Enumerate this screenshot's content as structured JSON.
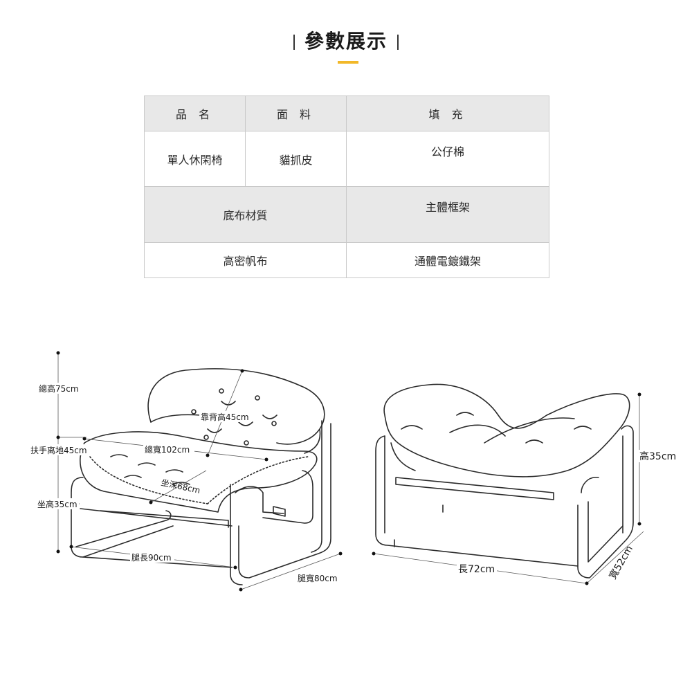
{
  "header": {
    "title": "參數展示",
    "accent_color": "#f2b829"
  },
  "table": {
    "h_name": "品 名",
    "h_fabric": "面 料",
    "h_fill": "填 充",
    "v_name": "單人休閑椅",
    "v_fabric": "貓抓皮",
    "v_fill": "公仔棉",
    "h_base": "底布材質",
    "h_frame": "主體框架",
    "v_base": "高密帆布",
    "v_frame": "通體電鍍鐵架"
  },
  "dims": {
    "total_height": "總高75cm",
    "armrest_height": "扶手离地45cm",
    "seat_height": "坐高35cm",
    "back_height": "靠背高45cm",
    "total_width": "總寬102cm",
    "seat_depth": "坐深68cm",
    "leg_length": "腿長90cm",
    "leg_width": "腿寬80cm",
    "ottoman_height": "高35cm",
    "ottoman_length": "長72cm",
    "ottoman_width": "寬52cm"
  }
}
